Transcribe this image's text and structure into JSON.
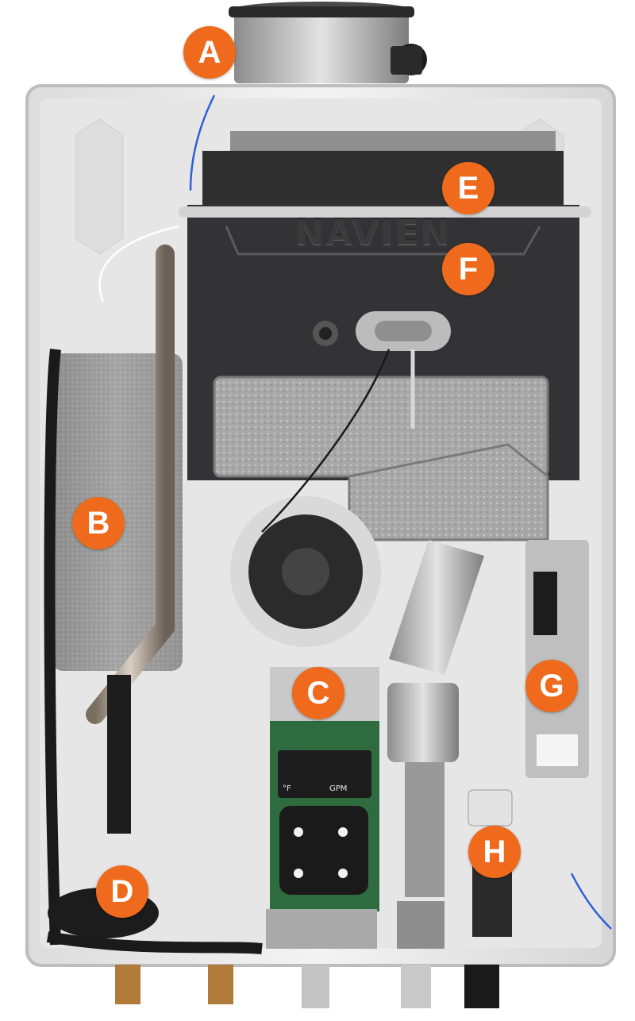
{
  "image": {
    "subject": "Navien tankless water heater interior with labeled components"
  },
  "brand_mark": "NAVIEN",
  "callouts": [
    {
      "letter": "A"
    },
    {
      "letter": "B"
    },
    {
      "letter": "C"
    },
    {
      "letter": "D"
    },
    {
      "letter": "E"
    },
    {
      "letter": "F"
    },
    {
      "letter": "G"
    },
    {
      "letter": "H"
    }
  ],
  "control_panel": {
    "temp_unit_label": "°F",
    "flow_label": "GPM"
  },
  "colors": {
    "callout_fill": "#ef6a1c",
    "callout_text": "#ffffff",
    "cabinet": "#ececec",
    "heat_exchanger": "#2f2f30",
    "insulation": "#9a9a9a"
  }
}
